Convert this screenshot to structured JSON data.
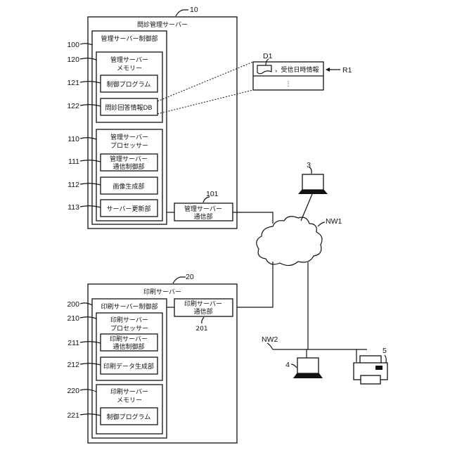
{
  "mgmt_server": {
    "ref": "10",
    "title": "問診管理サーバー",
    "control": {
      "ref": "100",
      "label": "管理サーバー制御部"
    },
    "memory": {
      "ref": "120",
      "label_1": "管理サーバー",
      "label_2": "メモリー",
      "items": [
        {
          "ref": "121",
          "label": "制御プログラム"
        },
        {
          "ref": "122",
          "label": "問診回答情報DB"
        }
      ]
    },
    "processor": {
      "ref": "110",
      "label_1": "管理サーバー",
      "label_2": "プロセッサー",
      "items": [
        {
          "ref": "111",
          "label_1": "管理サーバー",
          "label_2": "通信制御部"
        },
        {
          "ref": "112",
          "label": "画像生成部"
        },
        {
          "ref": "113",
          "label": "サーバー更新部"
        }
      ]
    },
    "comm": {
      "ref": "101",
      "label_1": "管理サーバー",
      "label_2": "通信部"
    }
  },
  "db_record": {
    "data_ref": "D1",
    "record_ref": "R1",
    "field": "，受信日時情報",
    "ellipsis": "⋮"
  },
  "network": {
    "nw1": "NW1",
    "nw2": "NW2",
    "terminal_3": "3",
    "terminal_4": "4",
    "printer_5": "5"
  },
  "print_server": {
    "ref": "20",
    "title": "印刷サーバー",
    "control": {
      "ref": "200",
      "label": "印刷サーバー制御部"
    },
    "comm": {
      "ref": "201",
      "label_1": "印刷サーバー",
      "label_2": "通信部"
    },
    "processor": {
      "ref": "210",
      "label_1": "印刷サーバー",
      "label_2": "プロセッサー",
      "items": [
        {
          "ref": "211",
          "label_1": "印刷サーバー",
          "label_2": "通信制御部"
        },
        {
          "ref": "212",
          "label": "印刷データ生成部"
        }
      ]
    },
    "memory": {
      "ref": "220",
      "label_1": "印刷サーバー",
      "label_2": "メモリー",
      "items": [
        {
          "ref": "221",
          "label": "制御プログラム"
        }
      ]
    }
  }
}
